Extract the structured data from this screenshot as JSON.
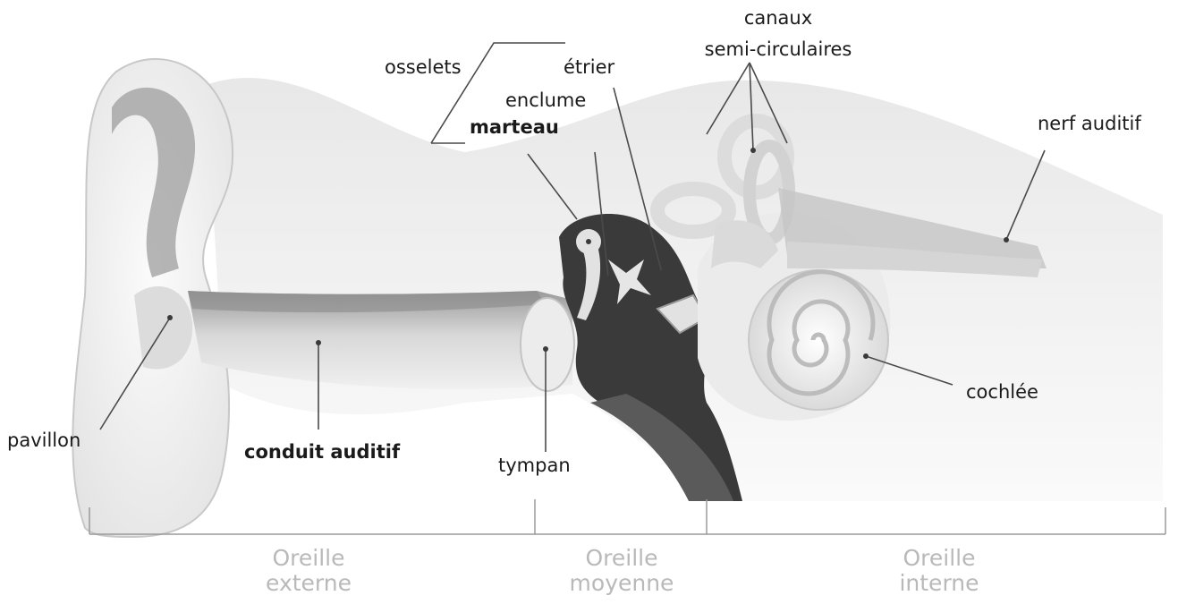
{
  "labels": {
    "osselets": "osselets",
    "etrier": "étrier",
    "enclume": "enclume",
    "marteau": "marteau",
    "canaux_line1": "canaux",
    "canaux_line2": "semi-circulaires",
    "nerf_auditif": "nerf auditif",
    "pavillon": "pavillon",
    "conduit_auditif": "conduit auditif",
    "tympan": "tympan",
    "cochlee": "cochlée"
  },
  "regions": [
    {
      "line1": "Oreille",
      "line2": "externe"
    },
    {
      "line1": "Oreille",
      "line2": "moyenne"
    },
    {
      "line1": "Oreille",
      "line2": "interne"
    }
  ],
  "colors": {
    "skin": "#f2f2f2",
    "canal": "#cfcfcf",
    "middle_ear_dark": "#3a3a3a",
    "bone": "#e6e6e6",
    "cochlea": "#eeeeee",
    "region_text": "#b9b9b9",
    "leader_line": "#4a4a4a"
  }
}
